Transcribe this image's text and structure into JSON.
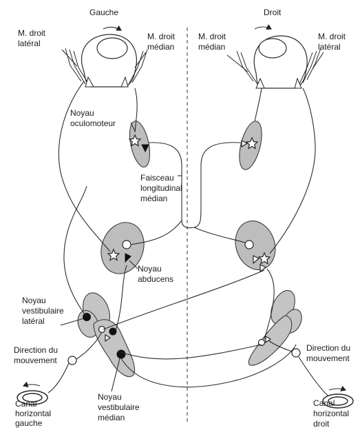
{
  "labels": {
    "side_left": "Gauche",
    "side_right": "Droit",
    "left_lateral_rectus_1": "M. droit",
    "left_lateral_rectus_2": "latéral",
    "left_medial_rectus_1": "M. droit",
    "left_medial_rectus_2": "médian",
    "right_medial_rectus_1": "M. droit",
    "right_medial_rectus_2": "médian",
    "right_lateral_rectus_1": "M. droit",
    "right_lateral_rectus_2": "latéral",
    "oculomotor_1": "Noyau",
    "oculomotor_2": "oculomoteur",
    "mlf_1": "Faisceau",
    "mlf_2": "longitudinal",
    "mlf_3": "médian",
    "abducens_1": "Noyau",
    "abducens_2": "abducens",
    "lateral_vestibular_1": "Noyau",
    "lateral_vestibular_2": "vestibulaire",
    "lateral_vestibular_3": "latéral",
    "left_direction_1": "Direction du",
    "left_direction_2": "mouvement",
    "right_direction_1": "Direction du",
    "right_direction_2": "mouvement",
    "medial_vestibular_1": "Noyau",
    "medial_vestibular_2": "vestibulaire",
    "medial_vestibular_3": "médian",
    "left_canal_1": "Canal",
    "left_canal_2": "horizontal",
    "left_canal_3": "gauche",
    "right_canal_1": "Canal",
    "right_canal_2": "horizontal",
    "right_canal_3": "droit"
  }
}
